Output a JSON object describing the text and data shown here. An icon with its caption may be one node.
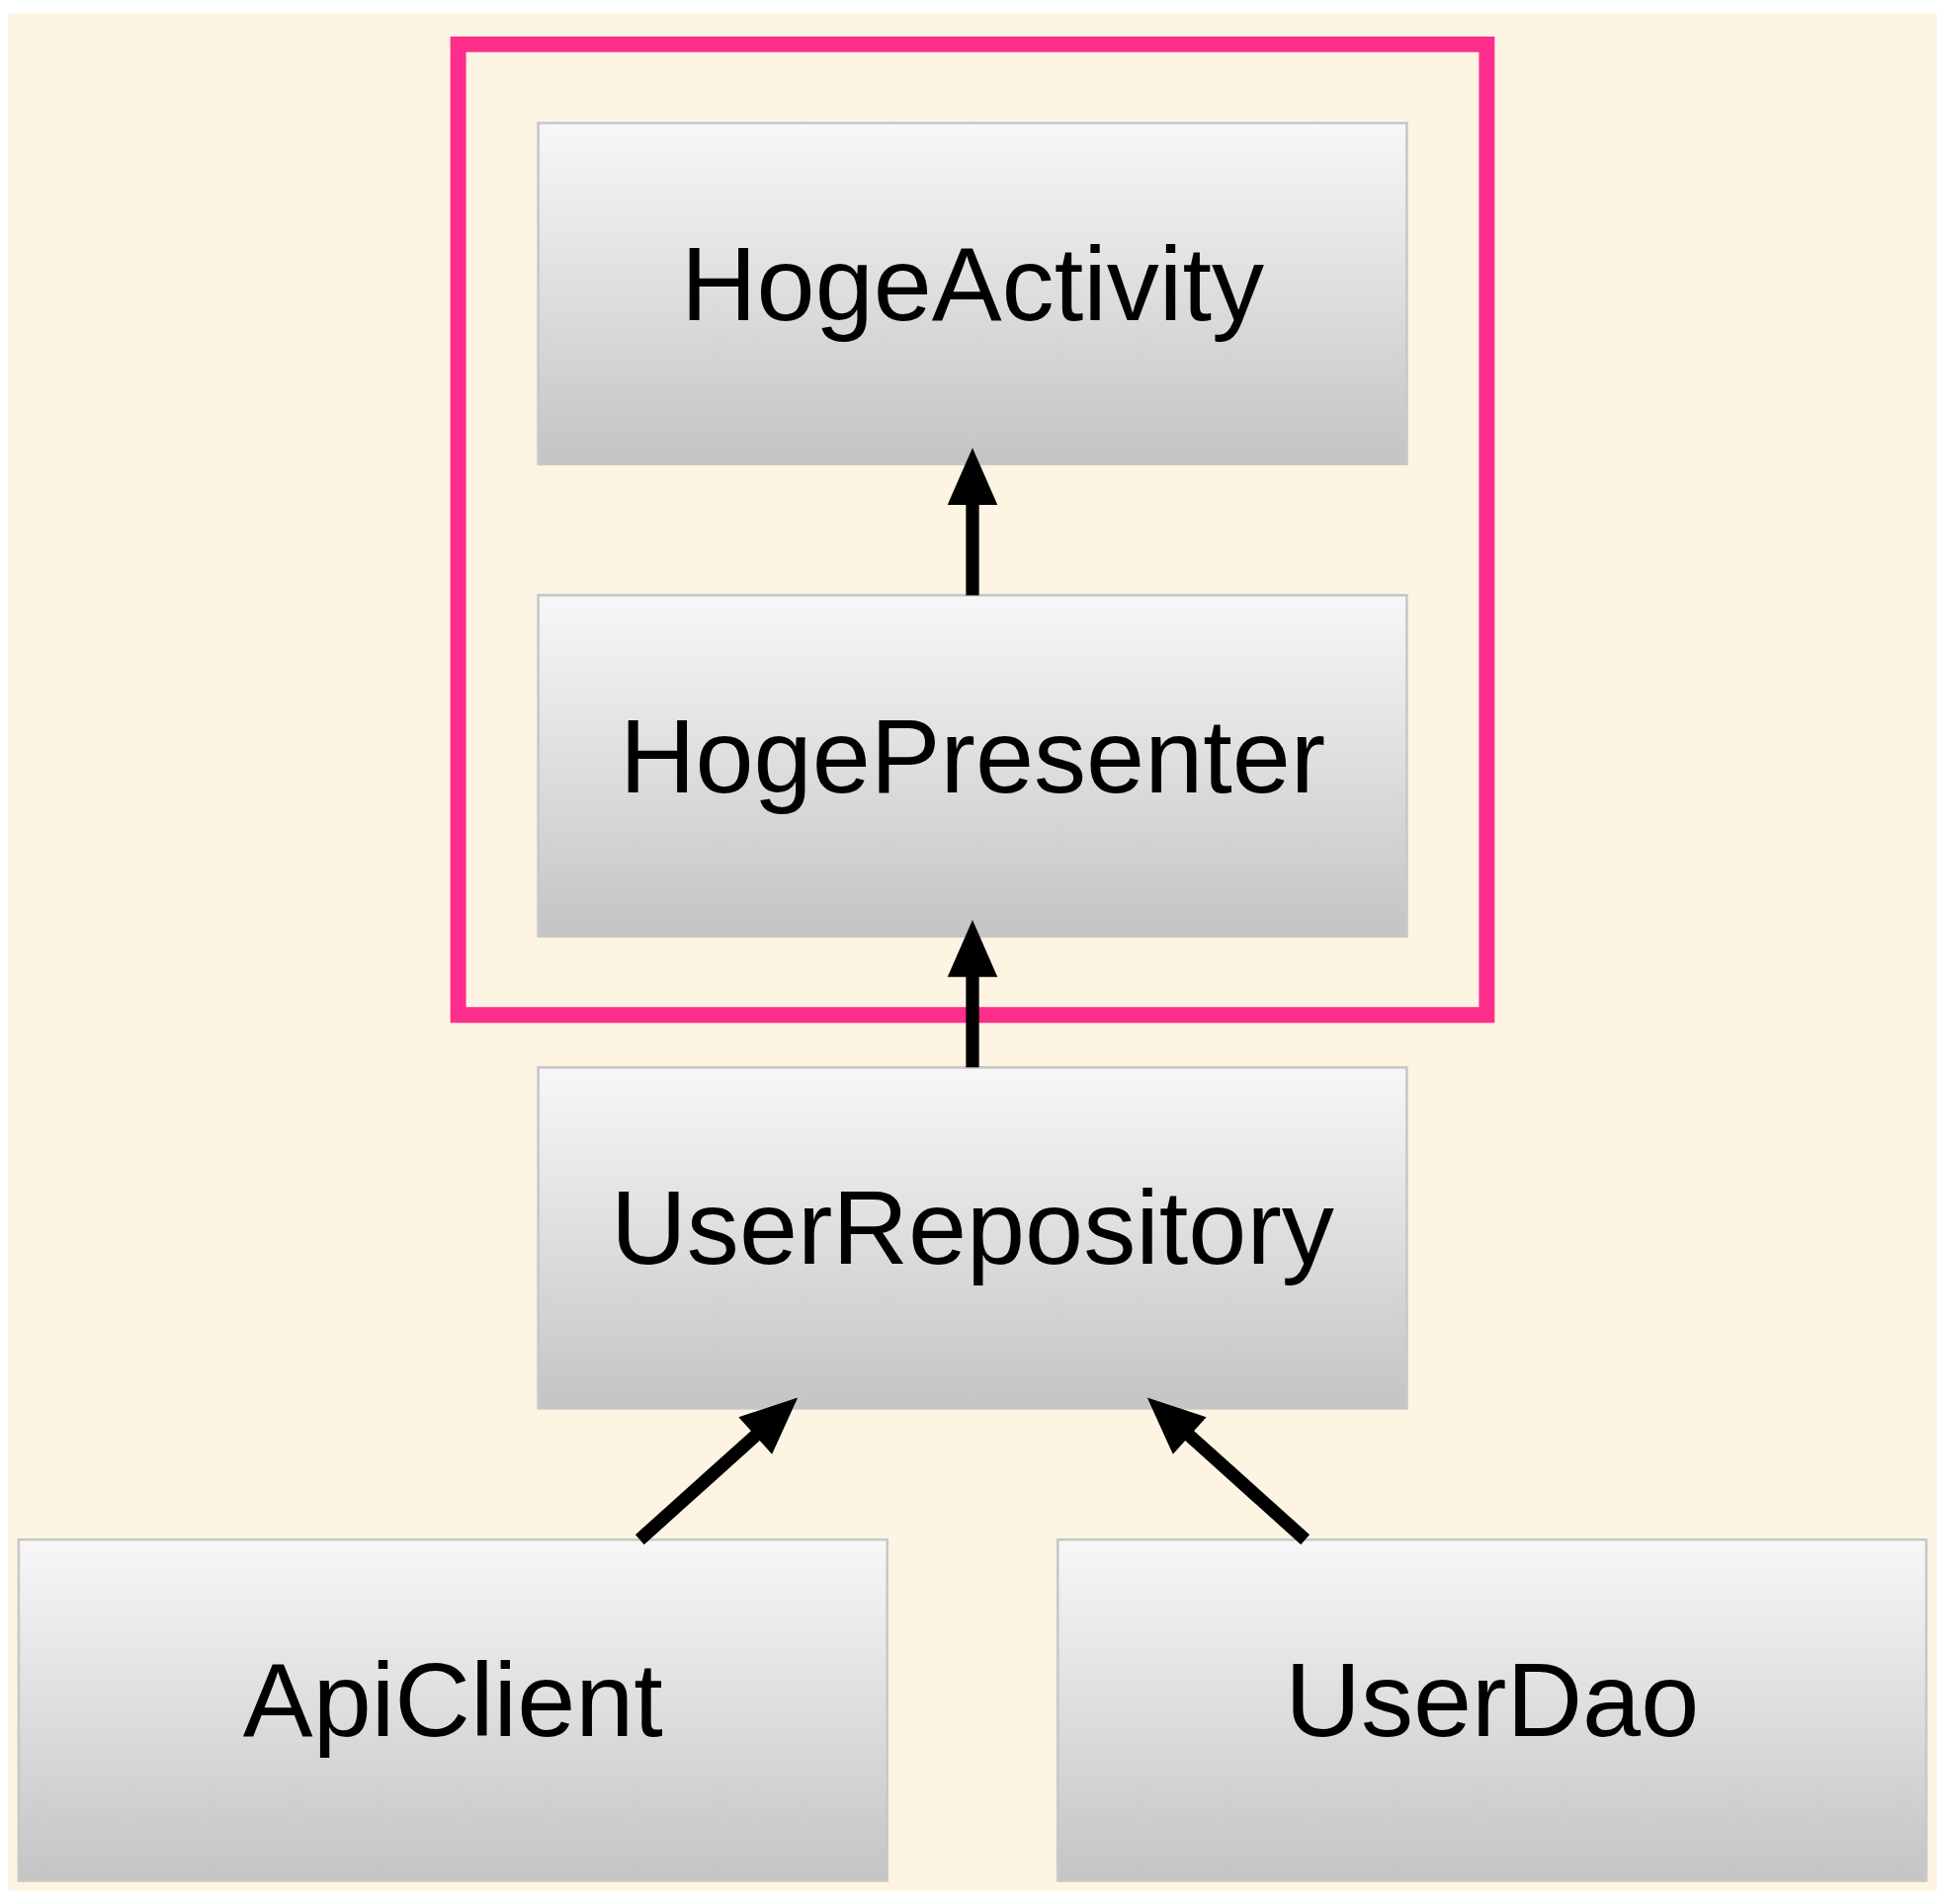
{
  "diagram": {
    "nodes": [
      {
        "text": [],
        "shape": "box"
      },
      {
        "text": [
          "HogeActivity"
        ],
        "in": 0
      },
      {
        "text": [
          "HogePresenter"
        ],
        "in": 0
      },
      {
        "text": [
          "UserRepository"
        ]
      },
      {
        "text": [
          "ApiClient"
        ]
      },
      {
        "text": [
          "UserDao"
        ]
      }
    ],
    "edges": [
      {
        "from": 2,
        "to": 1,
        "arrow": "to"
      },
      {
        "from": 3,
        "to": 2,
        "arrow": "to"
      },
      {
        "from": 4,
        "to": 3,
        "arrow": "to"
      },
      {
        "from": 5,
        "to": 3,
        "arrow": "to"
      }
    ]
  }
}
